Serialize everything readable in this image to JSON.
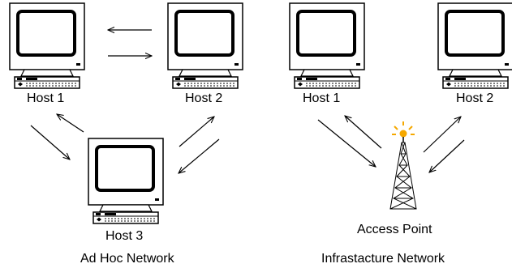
{
  "ad_hoc": {
    "caption": "Ad Hoc Network",
    "host1_label": "Host 1",
    "host2_label": "Host 2",
    "host3_label": "Host 3"
  },
  "infrastructure": {
    "caption": "Infrastacture Network",
    "host1_label": "Host 1",
    "host2_label": "Host 2",
    "access_point_label": "Access Point"
  },
  "colors": {
    "line": "#000000",
    "screen": "#ffffff",
    "antenna_spark": "#f5a800"
  },
  "icons": [
    "computer-monitor-icon",
    "keyboard-icon",
    "radio-tower-icon",
    "arrow-icon"
  ]
}
